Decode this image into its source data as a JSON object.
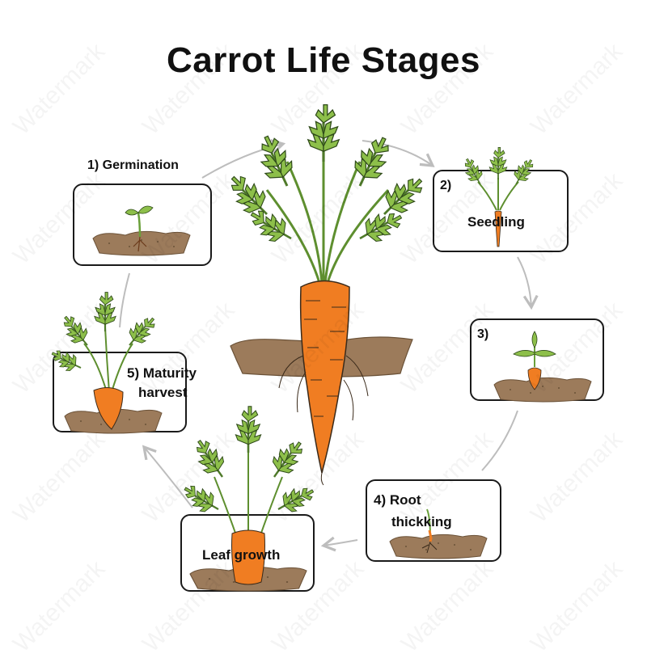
{
  "title": "Carrot Life Stages",
  "watermark_text": "Watermark",
  "stages": [
    {
      "id": 1,
      "label": "1) Germination"
    },
    {
      "id": 2,
      "number": "2)",
      "label": "Seedling"
    },
    {
      "id": 3,
      "number": "3)"
    },
    {
      "id": 4,
      "label_line1": "4) Root",
      "label_line2": "thickking"
    },
    {
      "id": 5,
      "label_line1": "Leaf growth"
    },
    {
      "id": 6,
      "label_line1": "5) Maturity",
      "label_line2": "harvest"
    }
  ],
  "colors": {
    "carrot": "#F07D22",
    "leaf": "#8DBF4A",
    "leaf_dark": "#5E8F2F",
    "soil": "#9C7B5B",
    "arrow": "#BDBDBD",
    "outline": "#1a1a1a"
  }
}
